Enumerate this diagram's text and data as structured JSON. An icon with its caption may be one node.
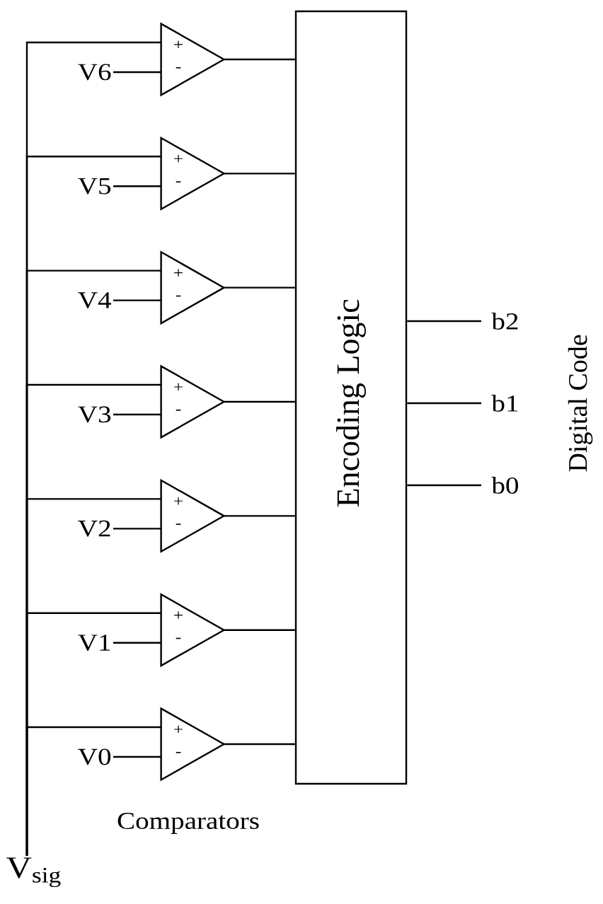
{
  "diagram": {
    "nodes": [
      {
        "text": [
          "V6"
        ]
      },
      {
        "text": [
          "+",
          "-"
        ]
      },
      {
        "text": [
          "V5"
        ]
      },
      {
        "text": [
          "+",
          "-"
        ]
      },
      {
        "text": [
          "V4"
        ]
      },
      {
        "text": [
          "+",
          "-"
        ]
      },
      {
        "text": [
          "V3"
        ]
      },
      {
        "text": [
          "+",
          "-"
        ]
      },
      {
        "text": [
          "V2"
        ]
      },
      {
        "text": [
          "+",
          "-"
        ]
      },
      {
        "text": [
          "V1"
        ]
      },
      {
        "text": [
          "+",
          "-"
        ]
      },
      {
        "text": [
          "V0"
        ]
      },
      {
        "text": [
          "+",
          "-"
        ]
      },
      {
        "text": [
          "Encoding Logic"
        ]
      },
      {
        "text": [
          "b2"
        ]
      },
      {
        "text": [
          "b1"
        ]
      },
      {
        "text": [
          "b0"
        ]
      },
      {
        "text": [
          "V$_{sig}$"
        ]
      }
    ],
    "edges": [
      {
        "from": 18,
        "to": 1,
        "arrow": "none"
      },
      {
        "from": 0,
        "to": 1,
        "arrow": "none"
      },
      {
        "from": 1,
        "to": 14,
        "arrow": "none"
      },
      {
        "from": 18,
        "to": 3,
        "arrow": "none"
      },
      {
        "from": 2,
        "to": 3,
        "arrow": "none"
      },
      {
        "from": 3,
        "to": 14,
        "arrow": "none"
      },
      {
        "from": 18,
        "to": 5,
        "arrow": "none"
      },
      {
        "from": 4,
        "to": 5,
        "arrow": "none"
      },
      {
        "from": 5,
        "to": 14,
        "arrow": "none"
      },
      {
        "from": 18,
        "to": 7,
        "arrow": "none"
      },
      {
        "from": 6,
        "to": 7,
        "arrow": "none"
      },
      {
        "from": 7,
        "to": 14,
        "arrow": "none"
      },
      {
        "from": 18,
        "to": 9,
        "arrow": "none"
      },
      {
        "from": 8,
        "to": 9,
        "arrow": "none"
      },
      {
        "from": 9,
        "to": 14,
        "arrow": "none"
      },
      {
        "from": 18,
        "to": 11,
        "arrow": "none"
      },
      {
        "from": 10,
        "to": 11,
        "arrow": "none"
      },
      {
        "from": 11,
        "to": 14,
        "arrow": "none"
      },
      {
        "from": 18,
        "to": 13,
        "arrow": "none"
      },
      {
        "from": 12,
        "to": 13,
        "arrow": "none"
      },
      {
        "from": 13,
        "to": 14,
        "arrow": "none"
      },
      {
        "from": 14,
        "to": 15,
        "arrow": "none"
      },
      {
        "from": 14,
        "to": 16,
        "arrow": "none"
      },
      {
        "from": 14,
        "to": 17,
        "arrow": "none"
      }
    ],
    "labels": [
      "Digital Code",
      "Comparators"
    ]
  }
}
